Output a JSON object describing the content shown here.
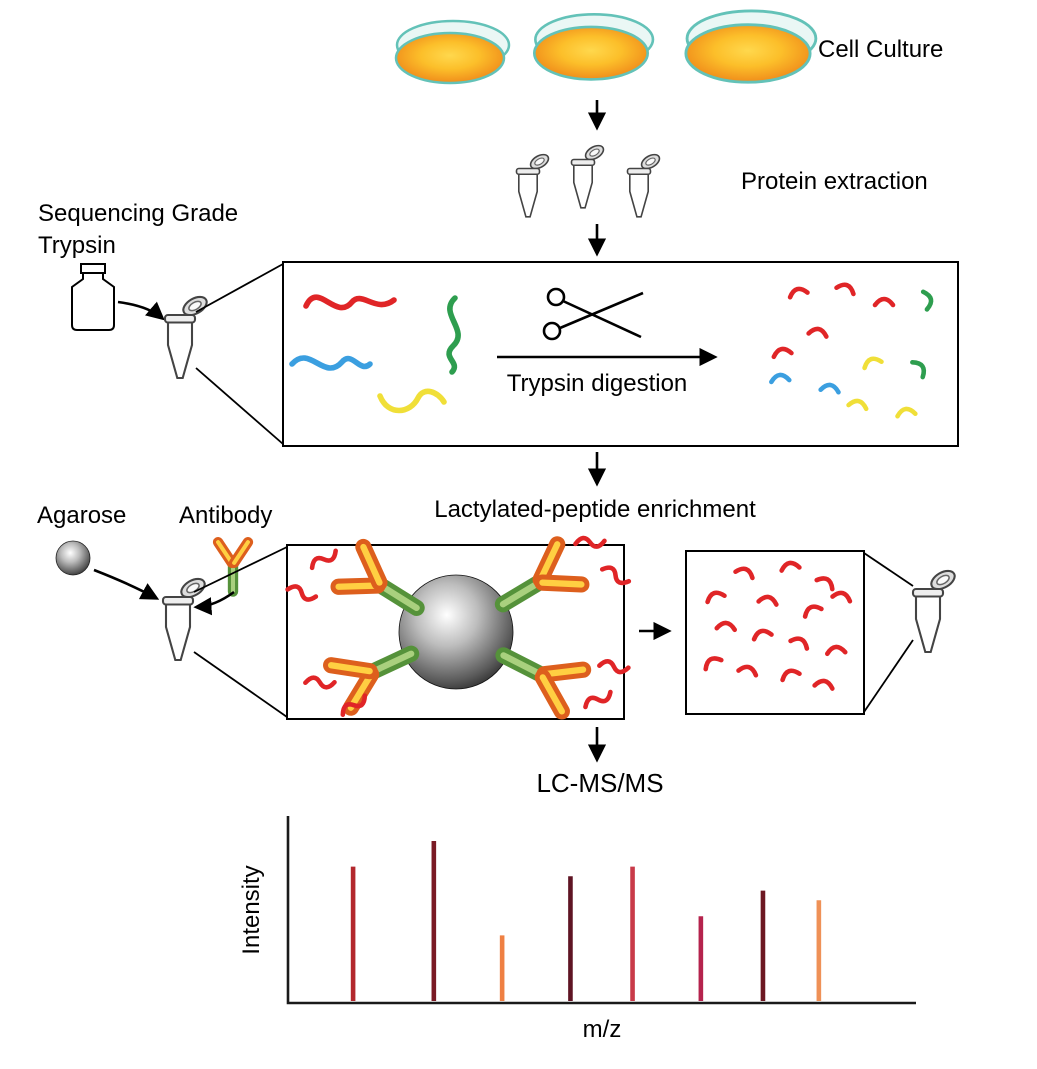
{
  "steps": {
    "cell_culture": "Cell Culture",
    "protein_extraction": "Protein extraction",
    "sequencing_grade_trypsin": "Sequencing Grade\nTrypsin",
    "trypsin_digestion": "Trypsin digestion",
    "enrichment": "Lactylated-peptide enrichment",
    "agarose": "Agarose",
    "antibody": "Antibody",
    "lc_ms_ms": "LC-MS/MS"
  },
  "counts": {
    "culture_dishes": 3,
    "extraction_tubes": 3
  },
  "icons": [
    "petri-dish-icon",
    "microcentrifuge-tube-icon",
    "reagent-bottle-icon",
    "scissors-icon",
    "agarose-bead-icon",
    "antibody-icon"
  ],
  "colors": {
    "protein_red": "#e02527",
    "protein_blue": "#3b9fe0",
    "protein_green": "#2e9e4f",
    "protein_yellow": "#f0df38",
    "dish_rim_teal": "#63c2b8",
    "dish_fill_orange": "#ee8418",
    "antibody_arm_orange": "#dd5f1d",
    "antibody_stem_green": "#55923a",
    "bead_gray": "#595959"
  },
  "chart_data": {
    "type": "bar",
    "title": "LC-MS/MS",
    "xlabel": "m/z",
    "ylabel": "Intensity",
    "x_tick_labels": [],
    "y_tick_labels": [],
    "grid": false,
    "peaks": [
      {
        "mz_frac": 0.1,
        "intensity": 0.84,
        "color": "#b3282d"
      },
      {
        "mz_frac": 0.23,
        "intensity": 1.0,
        "color": "#7a1a24"
      },
      {
        "mz_frac": 0.34,
        "intensity": 0.41,
        "color": "#ef8043"
      },
      {
        "mz_frac": 0.45,
        "intensity": 0.78,
        "color": "#5f1423"
      },
      {
        "mz_frac": 0.55,
        "intensity": 0.84,
        "color": "#c93a49"
      },
      {
        "mz_frac": 0.66,
        "intensity": 0.53,
        "color": "#b5234d"
      },
      {
        "mz_frac": 0.76,
        "intensity": 0.69,
        "color": "#6d1722"
      },
      {
        "mz_frac": 0.85,
        "intensity": 0.63,
        "color": "#ef9157"
      }
    ]
  }
}
